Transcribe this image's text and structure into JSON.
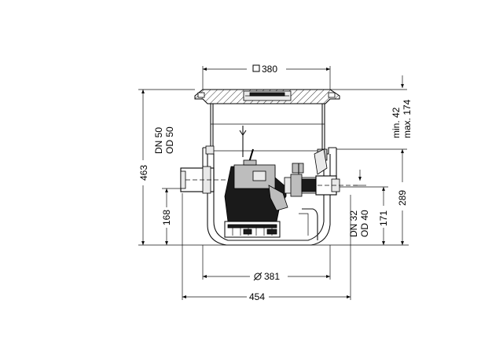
{
  "dimensions": {
    "top_width": "380",
    "inner_diameter": "381",
    "overall_width": "454",
    "overall_height": "463",
    "inlet_height": "168",
    "outlet_height": "171",
    "flange_height": "289",
    "cover_min": "min. 42",
    "cover_max": "max. 174",
    "inlet_dn": "DN 50",
    "inlet_od": "OD 50",
    "outlet_dn": "DN 32",
    "outlet_od": "OD 40"
  }
}
